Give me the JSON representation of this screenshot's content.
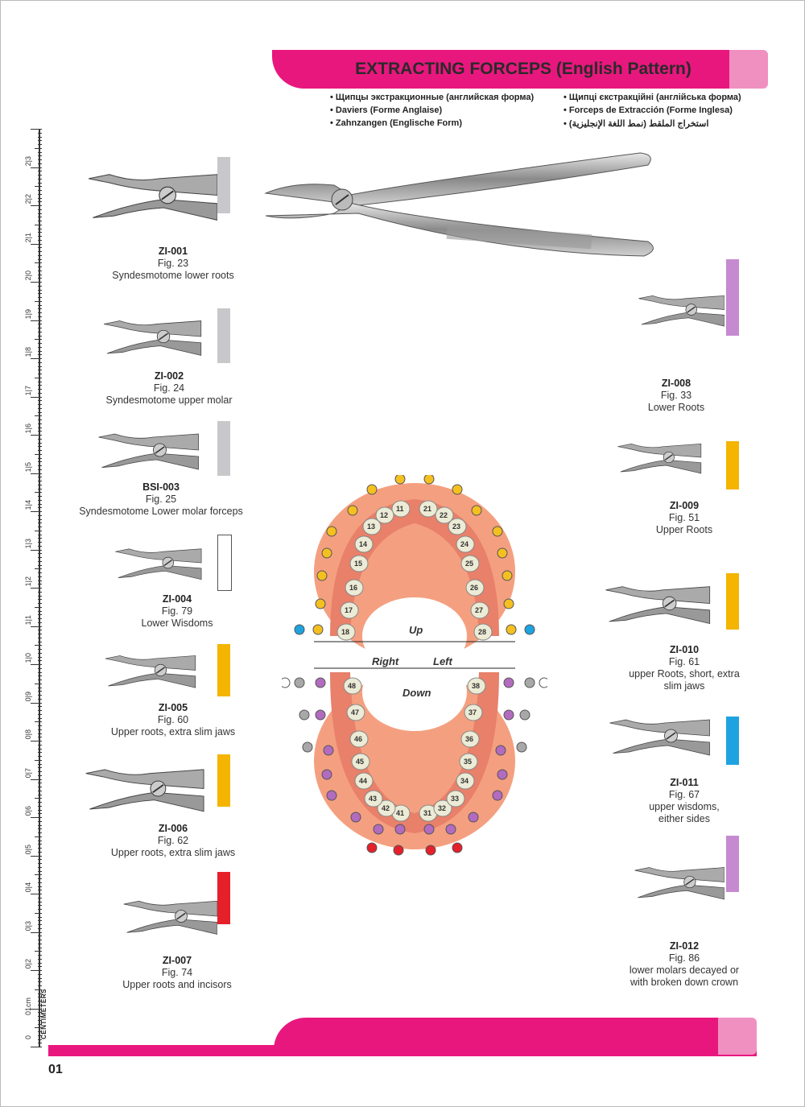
{
  "header": {
    "title": "EXTRACTING FORCEPS (English Pattern)",
    "translations_left": [
      "Щипцы экстракционные (английская форма)",
      "Daviers (Forme Anglaise)",
      "Zahnzangen (Englische Form)"
    ],
    "translations_right": [
      "Щипці єкстракційні (англійська форма)",
      "Forceps de Extracción (Forme Inglesa)",
      "استخراج الملقط (نمط اللغة الإنجليزية)"
    ]
  },
  "ruler": {
    "unit": "CENTIMETERS",
    "labels": [
      "0",
      "01cm",
      "0|2",
      "0|3",
      "0|4",
      "0|5",
      "0|6",
      "0|7",
      "0|8",
      "0|9",
      "1|0",
      "1|1",
      "1|2",
      "1|3",
      "1|4",
      "1|5",
      "1|6",
      "1|7",
      "1|8",
      "1|9",
      "2|0",
      "2|1",
      "2|2",
      "2|3"
    ]
  },
  "items_left": [
    {
      "code": "ZI-001",
      "fig": "Fig. 23",
      "desc": "Syndesmotome lower roots",
      "color": "#c8c8cc"
    },
    {
      "code": "ZI-002",
      "fig": "Fig. 24",
      "desc": "Syndesmotome upper molar",
      "color": "#c8c8cc"
    },
    {
      "code": "BSI-003",
      "fig": "Fig. 25",
      "desc": "Syndesmotome Lower molar forceps",
      "color": "#c8c8cc"
    },
    {
      "code": "ZI-004",
      "fig": "Fig. 79",
      "desc": "Lower Wisdoms",
      "color": "#ffffff"
    },
    {
      "code": "ZI-005",
      "fig": "Fig. 60",
      "desc": "Upper roots, extra slim jaws",
      "color": "#f4b400"
    },
    {
      "code": "ZI-006",
      "fig": "Fig. 62",
      "desc": "Upper roots, extra slim jaws",
      "color": "#f4b400"
    },
    {
      "code": "ZI-007",
      "fig": "Fig. 74",
      "desc": "Upper roots and incisors",
      "color": "#e5202a"
    }
  ],
  "items_right": [
    {
      "code": "ZI-008",
      "fig": "Fig. 33",
      "desc": "Lower Roots",
      "color": "#c58ad0"
    },
    {
      "code": "ZI-009",
      "fig": "Fig. 51",
      "desc": "Upper Roots",
      "color": "#f4b400"
    },
    {
      "code": "ZI-010",
      "fig": "Fig. 61",
      "desc": "upper Roots, short, extra slim jaws",
      "color": "#f4b400"
    },
    {
      "code": "ZI-011",
      "fig": "Fig. 67",
      "desc": "upper wisdoms, either sides",
      "color": "#1fa3e0"
    },
    {
      "code": "ZI-012",
      "fig": "Fig. 86",
      "desc": "lower molars decayed or with broken down crown",
      "color": "#c58ad0"
    }
  ],
  "tooth_chart": {
    "labels": {
      "up": "Up",
      "down": "Down",
      "right": "Right",
      "left": "Left"
    },
    "upper_right": [
      "11",
      "12",
      "13",
      "14",
      "15",
      "16",
      "17",
      "18"
    ],
    "upper_left": [
      "21",
      "22",
      "23",
      "24",
      "25",
      "26",
      "27",
      "28"
    ],
    "lower_right": [
      "41",
      "42",
      "43",
      "44",
      "45",
      "46",
      "47",
      "48"
    ],
    "lower_left": [
      "31",
      "32",
      "33",
      "34",
      "35",
      "36",
      "37",
      "38"
    ],
    "dot_colors": {
      "yellow": "#f4c020",
      "blue": "#1fa3e0",
      "purple": "#b26bbf",
      "grey": "#a8a8a8",
      "white": "#ffffff",
      "red": "#e5202a"
    }
  },
  "footer": {
    "page_number": "01"
  }
}
